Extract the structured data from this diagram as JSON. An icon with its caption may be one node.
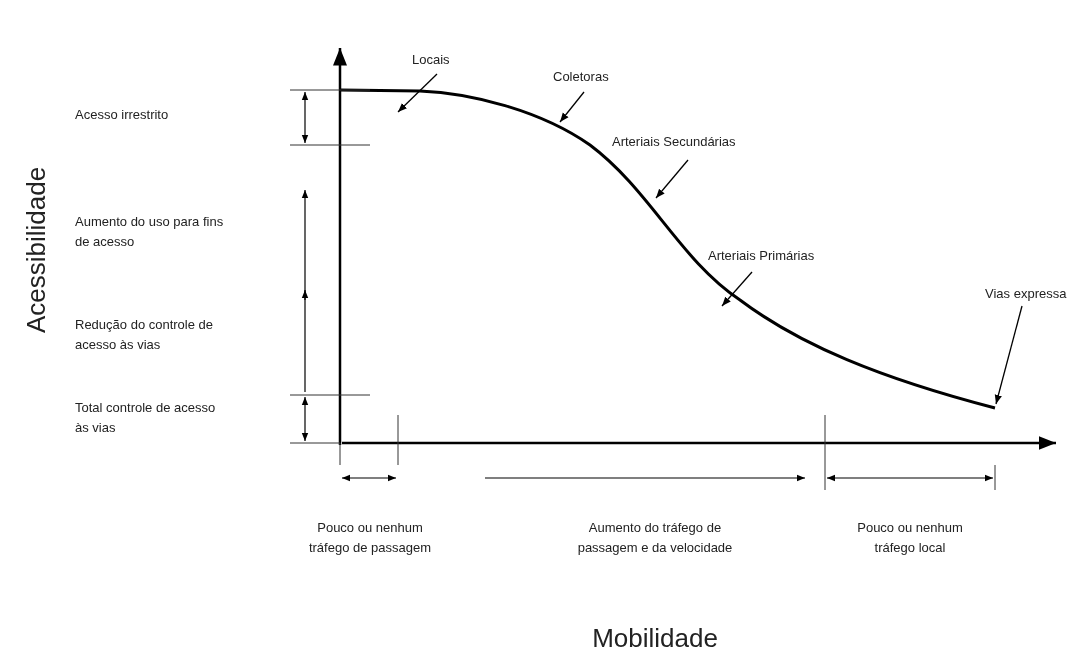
{
  "diagram": {
    "nodes": [
      {
        "text": [
          "Locais"
        ]
      },
      {
        "text": [
          "Coletoras"
        ]
      },
      {
        "text": [
          "Arteriais Secundárias"
        ]
      },
      {
        "text": [
          "Arteriais Primárias"
        ]
      },
      {
        "text": [
          "Vias expressa"
        ]
      }
    ],
    "edges": [
      {
        "from": 0,
        "to": null,
        "arrow": "to"
      },
      {
        "from": 1,
        "to": null,
        "arrow": "to"
      },
      {
        "from": 2,
        "to": null,
        "arrow": "to"
      },
      {
        "from": 3,
        "to": null,
        "arrow": "to"
      },
      {
        "from": 4,
        "to": null,
        "arrow": "to"
      }
    ],
    "labels": [
      "Acessibilidade",
      "Acesso irrestrito",
      "Aumento do uso para fins de acesso",
      "Redução do controle de acesso às vias",
      "Total controle de acesso às vias",
      "Pouco ou nenhum tráfego de passagem",
      "Aumento do tráfego de passagem e da velocidade",
      "Pouco ou nenhum tráfego local",
      "Mobilidade"
    ]
  }
}
